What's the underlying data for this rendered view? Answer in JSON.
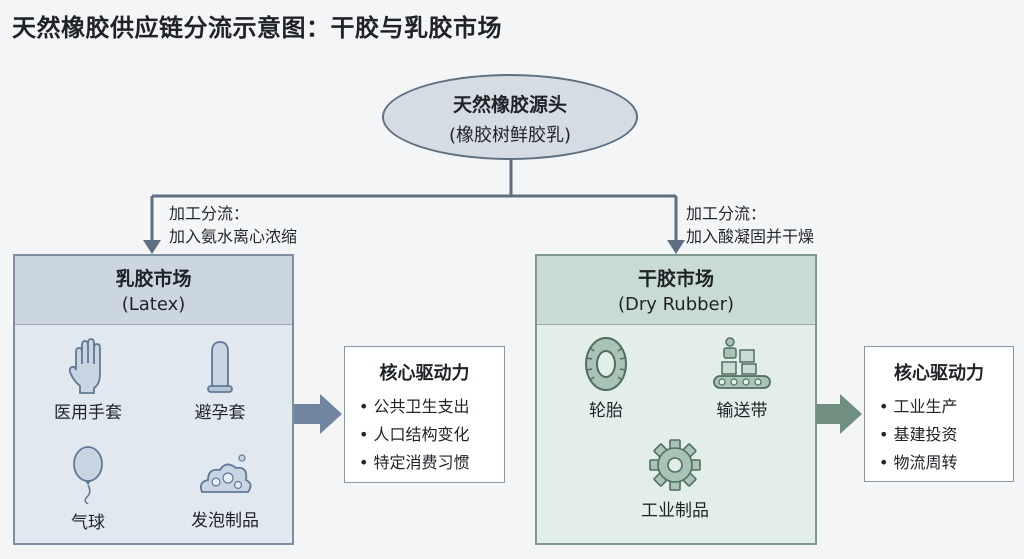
{
  "title": "天然橡胶供应链分流示意图：干胶与乳胶市场",
  "root": {
    "line1": "天然橡胶源头",
    "line2": "(橡胶树鲜胶乳)"
  },
  "branches": [
    {
      "line1": "加工分流：",
      "line2": "加入氨水离心浓缩"
    },
    {
      "line1": "加工分流：",
      "line2": "加入酸凝固并干燥"
    }
  ],
  "latex": {
    "title": "乳胶市场",
    "subtitle": "(Latex)",
    "items": [
      {
        "label": "医用手套",
        "icon": "glove-icon"
      },
      {
        "label": "避孕套",
        "icon": "condom-icon"
      },
      {
        "label": "气球",
        "icon": "balloon-icon"
      },
      {
        "label": "发泡制品",
        "icon": "foam-icon"
      }
    ]
  },
  "dry": {
    "title": "干胶市场",
    "subtitle": "(Dry Rubber)",
    "items": [
      {
        "label": "轮胎",
        "icon": "tire-icon"
      },
      {
        "label": "输送带",
        "icon": "conveyor-belt-icon"
      },
      {
        "label": "工业制品",
        "icon": "gear-icon"
      }
    ]
  },
  "drivers": [
    {
      "title": "核心驱动力",
      "points": [
        "公共卫生支出",
        "人口结构变化",
        "特定消费习惯"
      ]
    },
    {
      "title": "核心驱动力",
      "points": [
        "工业生产",
        "基建投资",
        "物流周转"
      ]
    }
  ],
  "colors": {
    "latex_fill": "#e1e8f0",
    "latex_head": "#ccd6e1",
    "dry_fill": "#e3ede9",
    "dry_head": "#c9dcd3",
    "line": "#5d6f80",
    "icon_blue": "#6f85a0",
    "icon_green": "#6f8f80"
  }
}
